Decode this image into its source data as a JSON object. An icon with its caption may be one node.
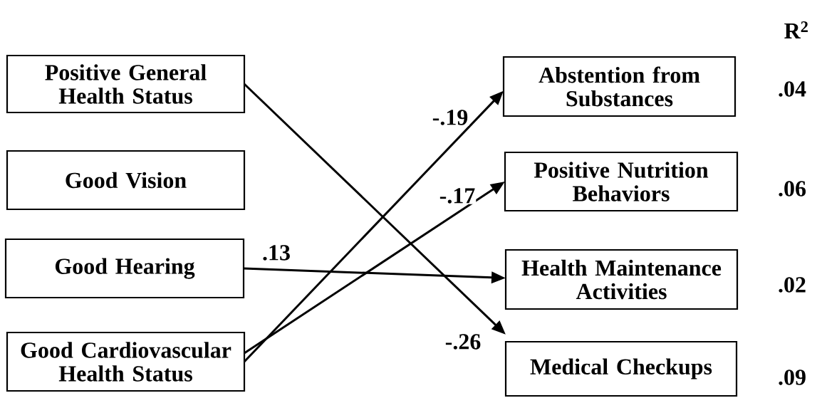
{
  "diagram": {
    "nodes": [
      {
        "text": [
          "Positive General Health Status"
        ]
      },
      {
        "text": [
          "Good Vision"
        ]
      },
      {
        "text": [
          "Good Hearing"
        ]
      },
      {
        "text": [
          "Good Cardiovascular Health Status"
        ]
      },
      {
        "text": [
          "Abstention from Substances"
        ]
      },
      {
        "text": [
          "Positive Nutrition Behaviors"
        ]
      },
      {
        "text": [
          "Health Maintenance Activities"
        ]
      },
      {
        "text": [
          "Medical Checkups"
        ]
      }
    ],
    "edges": [
      {
        "from": 0,
        "to": 7,
        "arrow": "to",
        "label": "-.26"
      },
      {
        "from": 2,
        "to": 6,
        "arrow": "to",
        "label": ".13"
      },
      {
        "from": 3,
        "to": 4,
        "arrow": "to",
        "label": "-.19"
      },
      {
        "from": 3,
        "to": 5,
        "arrow": "to",
        "label": "-.17"
      }
    ],
    "labels": [
      "R$^{2}$",
      ".04",
      ".06",
      ".02",
      ".09"
    ]
  }
}
